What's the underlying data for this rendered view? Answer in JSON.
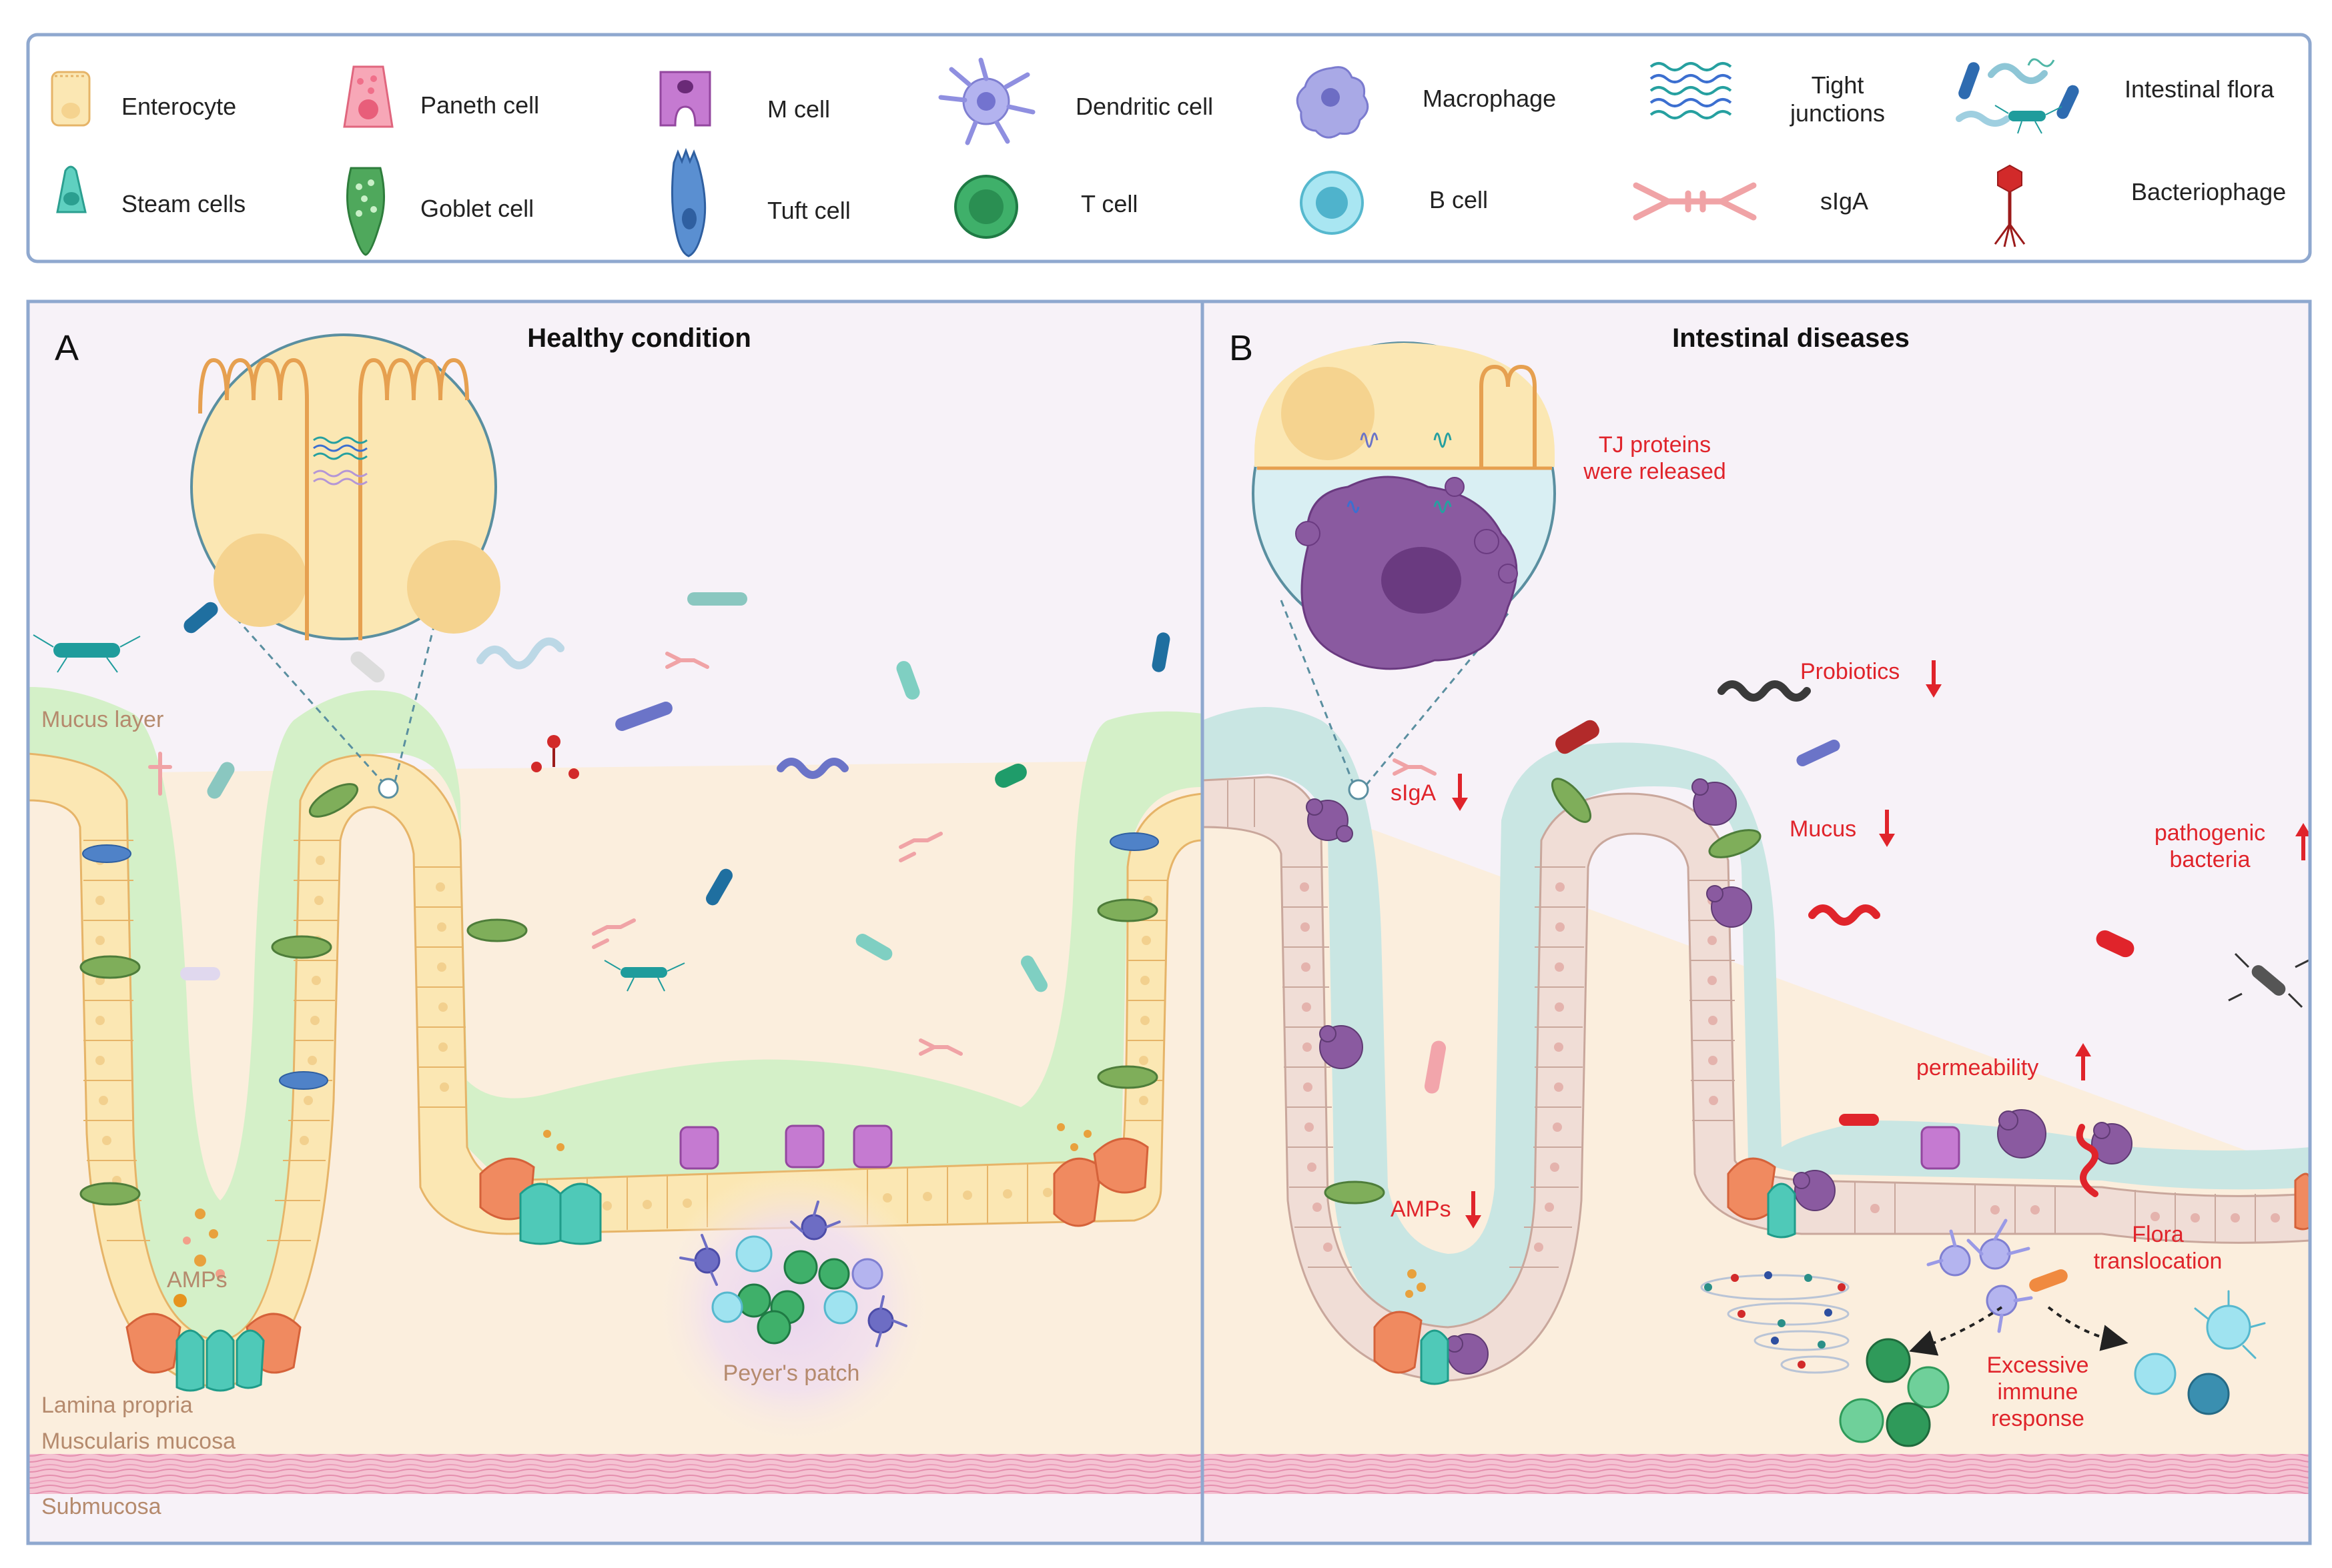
{
  "legend": {
    "items": [
      {
        "label": "Enterocyte",
        "icon": "enterocyte-icon"
      },
      {
        "label": "Steam cells",
        "icon": "stem-cell-icon"
      },
      {
        "label": "Paneth cell",
        "icon": "paneth-cell-icon"
      },
      {
        "label": "Goblet cell",
        "icon": "goblet-cell-icon"
      },
      {
        "label": "M cell",
        "icon": "m-cell-icon"
      },
      {
        "label": "Tuft cell",
        "icon": "tuft-cell-icon"
      },
      {
        "label": "Dendritic cell",
        "icon": "dendritic-cell-icon"
      },
      {
        "label": "T cell",
        "icon": "t-cell-icon"
      },
      {
        "label": "Macrophage",
        "icon": "macrophage-icon"
      },
      {
        "label": "B cell",
        "icon": "b-cell-icon"
      },
      {
        "label_line1": "Tight",
        "label_line2": "junctions",
        "icon": "tight-junction-icon"
      },
      {
        "label": "sIgA",
        "icon": "siga-icon"
      },
      {
        "label": "Intestinal flora",
        "icon": "intestinal-flora-icon"
      },
      {
        "label": "Bacteriophage",
        "icon": "bacteriophage-icon"
      }
    ]
  },
  "panel_a": {
    "letter": "A",
    "title": "Healthy condition",
    "labels": {
      "mucus": "Mucus layer",
      "amps": "AMPs",
      "peyers": "Peyer's patch",
      "lamina": "Lamina propria",
      "muscularis": "Muscularis mucosa",
      "submucosa": "Submucosa"
    }
  },
  "panel_b": {
    "letter": "B",
    "title": "Intestinal diseases",
    "labels": {
      "tj_line1": "TJ proteins",
      "tj_line2": "were released",
      "probiotics": "Probiotics",
      "siga": "sIgA",
      "mucus": "Mucus",
      "pathogenic_line1": "pathogenic",
      "pathogenic_line2": "bacteria",
      "permeability": "permeability",
      "amps": "AMPs",
      "flora_line1": "Flora",
      "flora_line2": "translocation",
      "excessive_line1": "Excessive",
      "excessive_line2": "immune",
      "excessive_line3": "response"
    }
  },
  "colors": {
    "frame": "#7f9cc4",
    "healthy_mucus": "#d4f0c8",
    "disease_mucus": "#c9e6e3",
    "lamina": "#fbeedd",
    "enterocyte": "#fbe7b3",
    "disease_enterocyte": "#f0ddd6",
    "alert_red": "#e0242b",
    "label_brown": "#b58a6d",
    "submucosa": "#f3bfd0"
  }
}
